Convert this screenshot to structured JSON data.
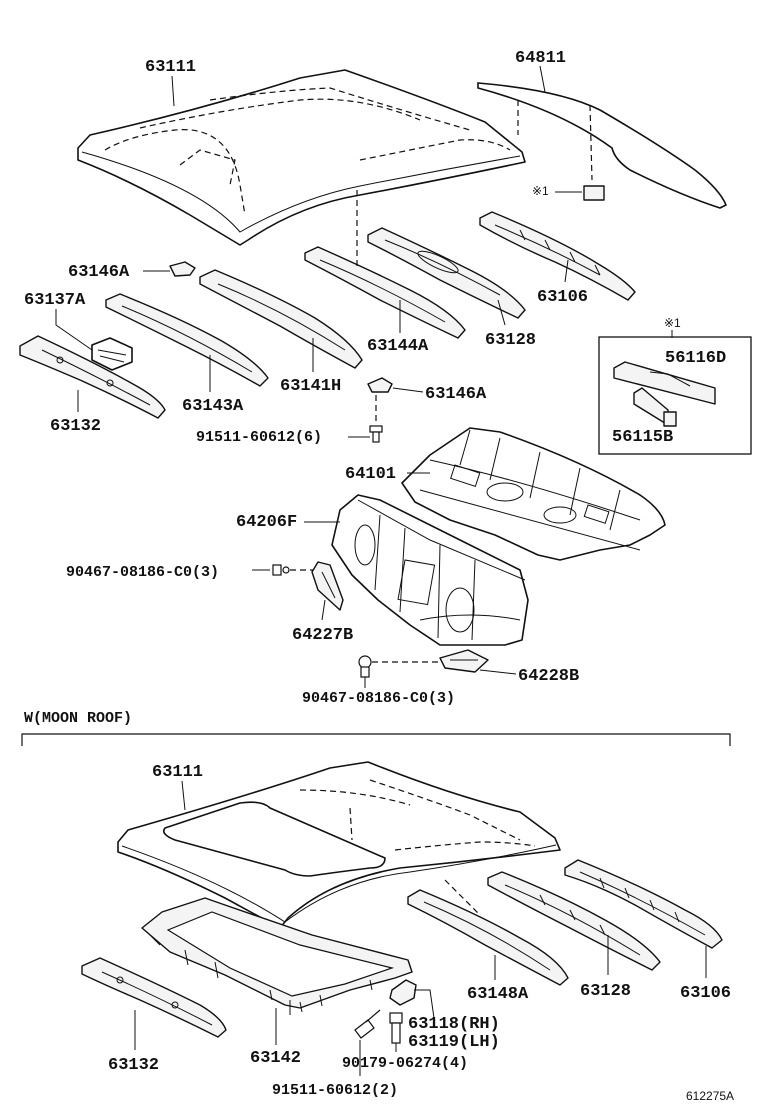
{
  "sections": {
    "moon_roof_label": "W(MOON ROOF)"
  },
  "labels": {
    "p63111_top": "63111",
    "p64811": "64811",
    "note_ref_top": "※1",
    "p63146A_left": "63146A",
    "p63137A": "63137A",
    "p63106_top": "63106",
    "p63144A": "63144A",
    "p63128_top": "63128",
    "p63132_top": "63132",
    "p63143A": "63143A",
    "p63141H": "63141H",
    "p63146A_right": "63146A",
    "bolt_91511_top": "91511-60612(6)",
    "box_ref": "※1",
    "p56116D": "56116D",
    "p56115B": "56115B",
    "p64101": "64101",
    "p64206F": "64206F",
    "clip_90467_a": "90467-08186-C0(3)",
    "p64227B": "64227B",
    "p64228B": "64228B",
    "clip_90467_b": "90467-08186-C0(3)",
    "p63111_bottom": "63111",
    "p63148A": "63148A",
    "p63128_bottom": "63128",
    "p63106_bottom": "63106",
    "p63118": "63118(RH)",
    "p63119": "63119(LH)",
    "clip_90179": "90179-06274(4)",
    "p63132_bottom": "63132",
    "p63142": "63142",
    "bolt_91511_bottom": "91511-60612(2)",
    "figure_code": "612275A"
  }
}
